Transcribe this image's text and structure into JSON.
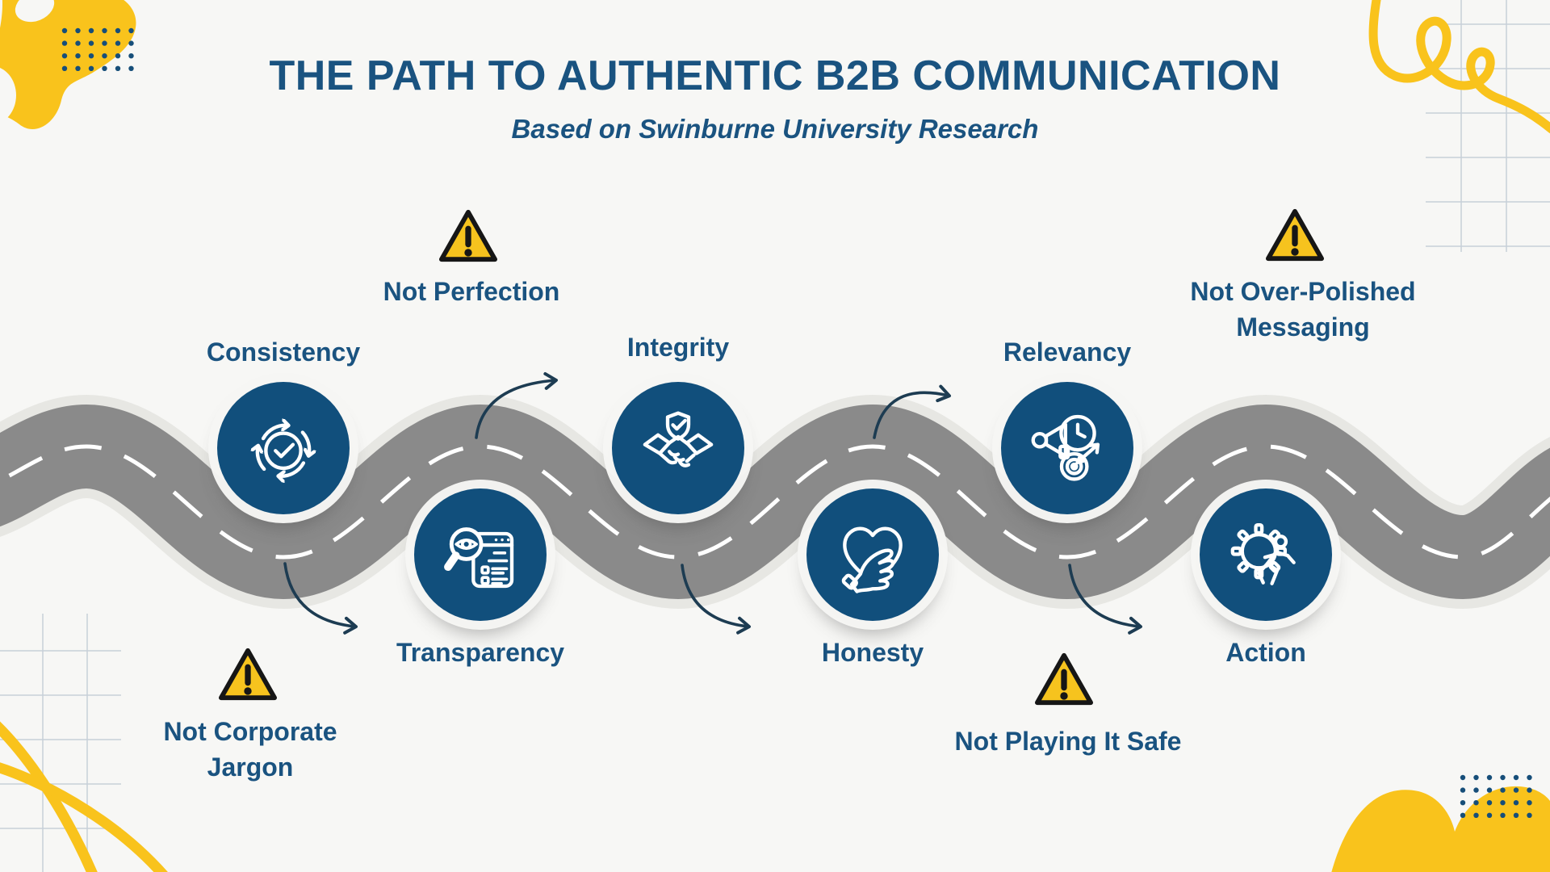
{
  "header": {
    "title": "THE PATH TO AUTHENTIC B2B COMMUNICATION",
    "subtitle": "Based on Swinburne University Research"
  },
  "milestones": [
    {
      "label": "Consistency",
      "icon": "consistency-icon"
    },
    {
      "label": "Transparency",
      "icon": "transparency-icon"
    },
    {
      "label": "Integrity",
      "icon": "integrity-icon"
    },
    {
      "label": "Honesty",
      "icon": "honesty-icon"
    },
    {
      "label": "Relevancy",
      "icon": "relevancy-icon"
    },
    {
      "label": "Action",
      "icon": "action-icon"
    }
  ],
  "warnings": [
    {
      "label": "Not Perfection",
      "icon": "warning-icon"
    },
    {
      "label": "Not Corporate Jargon",
      "icon": "warning-icon"
    },
    {
      "label": "Not Playing It Safe",
      "icon": "warning-icon"
    },
    {
      "label": "Not Over-Polished Messaging",
      "icon": "warning-icon"
    }
  ],
  "colors": {
    "accent_blue": "#1A5380",
    "circle_blue": "#114F7C",
    "road_gray": "#8A8A8A",
    "road_line": "#FFFFFF",
    "brand_yellow": "#F9C31C",
    "warning_yellow": "#F6C31E",
    "arrow_navy": "#1D3C52",
    "bg": "#F7F7F5",
    "dot_navy": "#164E79",
    "grid_gray": "#C7D0D8"
  }
}
